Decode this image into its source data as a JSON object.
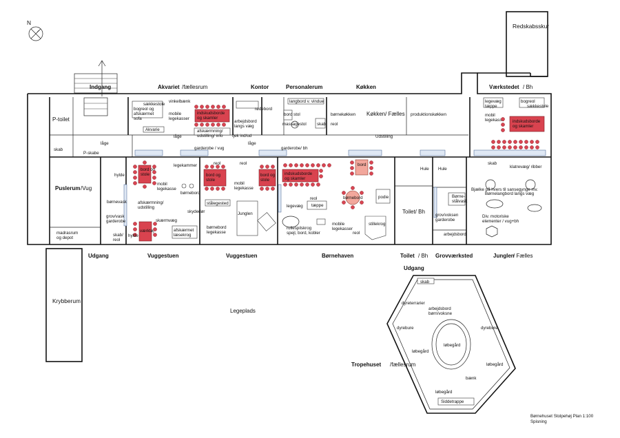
{
  "compass": "N",
  "title_block": {
    "line1": "Børnehuset Stolpehøj Plan 1:100",
    "line2": "Spisning"
  },
  "outbuildings": {
    "tool_shed": "Redskabsskur",
    "crib_room": "Krybberum"
  },
  "top_labels": {
    "indgang": "Indgang",
    "akvariet": "Akvariet",
    "akvariet_sub": "/fællesrum",
    "kontor": "Kontor",
    "personalerum": "Personalerum",
    "kokken": "Køkken",
    "vaerkstedet": "Værkstedet",
    "vaerkstedet_sub": "/ Bh"
  },
  "bottom_labels": {
    "udgang_left": "Udgang",
    "vuggestuen1": "Vuggestuen",
    "vuggestuen2": "Vuggestuen",
    "bornehaven": "Børnehaven",
    "toilet": "Toilet",
    "toilet_sub": "/ Bh",
    "grovvaerksted": "Grovværksted",
    "junglen": "Junglen",
    "junglen_sub": "/ Fælles",
    "udgang_right": "Udgang"
  },
  "side_labels": {
    "pusler": "Puslerum",
    "pusler_sub": "/Vug",
    "legeplads": "Legeplads",
    "tropehus": "Tropehuset",
    "tropehus_sub": "/fællesrum"
  },
  "small": {
    "p_toilet": "P-toilet",
    "skab": "skab",
    "p_skabe": "P-skabe",
    "laage": "låge",
    "reolskab": "bogreol og",
    "afskaermet": "afskærmet",
    "sofa": "sofa",
    "akvarie": "Akvarie",
    "saekkestole": "sækkestole",
    "vinkelbaenk": "vinkelbænk",
    "mobile": "mobile",
    "legekasser": "legekasser",
    "indskud1": "indskudsborde",
    "indskud2": "og skamler",
    "afskaermning": "afskærmning/",
    "udstilling_info": "udstilling/ info",
    "rodebord": "rødebord",
    "arbejdsbord1": "arbejdsbord",
    "arbejdsbord2": "langs væg",
    "tjek": "tjek ind/ud",
    "laage2": "låge",
    "langbord": "langbord v. vindue",
    "bord_stol": "bord stol",
    "massagestol": "massagestol",
    "skab2": "skab",
    "bornekokken": "børnekøkken",
    "reol": "reol",
    "kokken_faelles": "Køkken/ Fælles",
    "produktion": "produktionskøkken",
    "udstilling": "Udstilling",
    "legevaeg": "legevæg",
    "taeppe": "tæppe",
    "bogreol": "bogreol",
    "saekkestole2": "sækkestole",
    "mobil": "mobil",
    "legekasse": "legekasse",
    "garderobe_vug": "garderobe / vug",
    "garderobe_bh": "garderobe/ bh",
    "hylde": "hylde",
    "bornevask": "børnevask",
    "grovvask": "grov/vask",
    "garderobe": "garderobe",
    "skab_reol": "skab/",
    "reol2": "reol",
    "madrasrum": "madrasrum",
    "og_depot": "og depot",
    "bord_og_stole1": "bord og",
    "bord_og_stole2": "stole",
    "legekammer": "legekammer",
    "bornebord": "børnebord",
    "afskaermning2": "afskærmning/",
    "udstilling2": "udstilling",
    "skaermvaeg": "skærmvæg",
    "vaerktoj": "værktøj",
    "hylde2": "hylde",
    "skydedor": "skydedør",
    "afskaermet_laesekrog1": "afskærmet",
    "afskaermet_laesekrog2": "læsekrog",
    "staalegested": "stålegested",
    "bornebord2": "børnebord",
    "lejkasse": "legekasse",
    "junglen_small": "Junglen",
    "indskud3": "indskudsborde",
    "indskud4": "og skamler",
    "bord": "bord",
    "bornebord3": "børnebord",
    "podie": "podie",
    "legevaeg2": "legevæg",
    "reol3": "reol",
    "taeppe2": "tæppe",
    "rollespil1": "rollespilskrog",
    "rollespil2": "spejl, bord, kobler",
    "mobile2": "mobile",
    "legekasser2": "legekasser",
    "stillekrog": "stillekrog",
    "toilet_bh": "Toilet/ Bh",
    "hule1": "Hule",
    "hule2": "Hule",
    "grov_vokse": "grov/voksen",
    "garderobe2": "garderobe",
    "arbejdsbord3": "arbejdsbord",
    "bornestaal1": "Børne-",
    "bornestaal2": "stålvask",
    "baelke": "Bjælke på hvers til sansegynge mv.",
    "div_mot1": "Div. motoriske",
    "div_mot2": "elementer / vug+bh",
    "klatrevaeg": "klatrevæg/ ribber",
    "bornelangbord": "Børnelangbord langs væg",
    "skab3": "skab",
    "legevaeg3": "legevæg",
    "taeppe3": "tæppe",
    "bogreol2": "bogreol",
    "saekkestole3": "sækkestole",
    "mobil2": "mobil",
    "legekasse2": "legekasse",
    "indskud5": "indskudsborde",
    "indskud6": "og skamler",
    "skab4": "skab",
    "dyreterrarier": "dyreterrarier",
    "arbejdsbord4": "arbejdsbord",
    "borne_voksne": "børn/voksne",
    "dyrebure1": "dyrebure",
    "dyrebure2": "dyrebure",
    "lobegaard1": "løbegård",
    "lobegaard2": "løbegård",
    "lobegaard3": "løbegård",
    "baenk": "bænk",
    "siddetrappe": "Siddetrappe"
  }
}
